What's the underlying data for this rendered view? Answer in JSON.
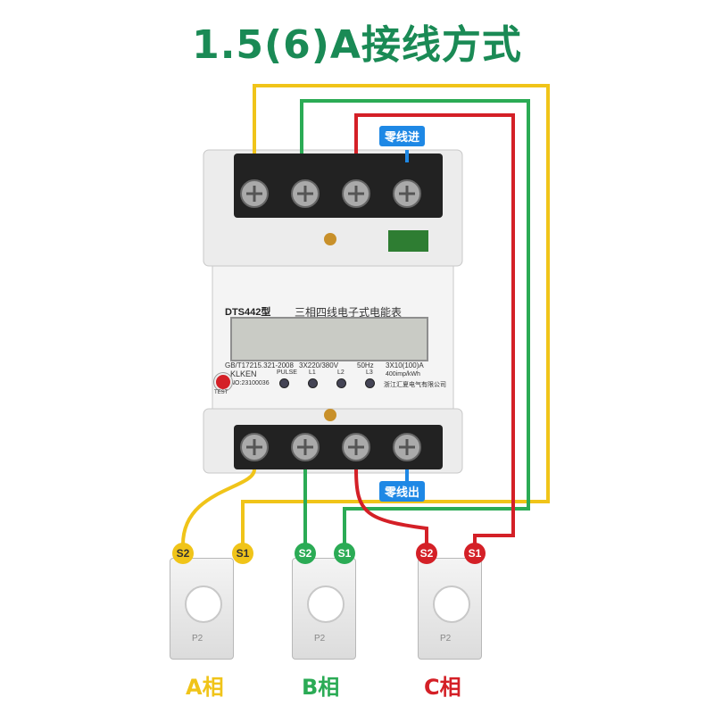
{
  "title": "1.5(6)A接线方式",
  "meter": {
    "model": "DTS442型",
    "type_name": "三相四线电子式电能表",
    "standard": "GB/T17215.321-2008",
    "brand": "KLKEN",
    "serial": "NO:23100036",
    "voltage": "3X220/380V",
    "frequency": "50Hz",
    "current": "3X10(100)A",
    "constant": "400imp/kWh",
    "manufacturer": "浙江汇夏电气有限公司",
    "indicators": [
      "PULSE",
      "L1",
      "L2",
      "L3"
    ],
    "test_label": "TEST"
  },
  "callouts": {
    "neutral_in": "零线进",
    "neutral_out": "零线出"
  },
  "transformers": [
    {
      "phase_label": "A相",
      "s2": "S2",
      "s1": "S1",
      "p2": "P2",
      "color": "#f0c419"
    },
    {
      "phase_label": "B相",
      "s2": "S2",
      "s1": "S1",
      "p2": "P2",
      "color": "#2bab55"
    },
    {
      "phase_label": "C相",
      "s2": "S2",
      "s1": "S1",
      "p2": "P2",
      "color": "#d42027"
    }
  ],
  "colors": {
    "title": "#1a8a55",
    "wire_a": "#f0c419",
    "wire_b": "#2bab55",
    "wire_c": "#d42027",
    "callout": "#1e88e5"
  }
}
